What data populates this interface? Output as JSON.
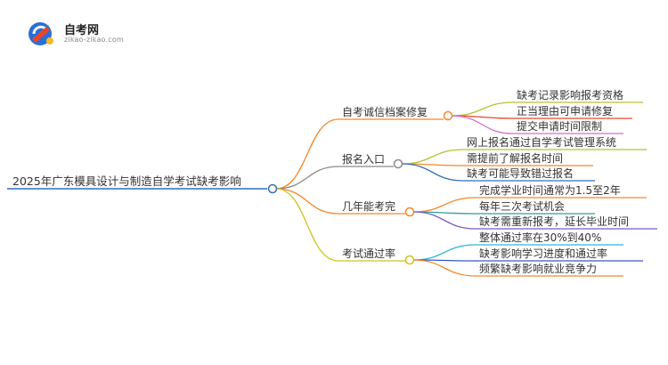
{
  "logo": {
    "title": "自考网",
    "subtitle": "zikao-zikao.com"
  },
  "mindmap": {
    "root": "2025年广东模具设计与制造自学考试缺考影响",
    "branches": [
      {
        "label": "自考诚信档案修复",
        "color": "#f5872b",
        "children": [
          {
            "label": "缺考记录影响报考资格",
            "color": "#b8c034"
          },
          {
            "label": "正当理由可申请修复",
            "color": "#e8462b"
          },
          {
            "label": "提交申请时间限制",
            "color": "#d86ac9"
          }
        ]
      },
      {
        "label": "报名入口",
        "color": "#8a8a8a",
        "children": [
          {
            "label": "网上报名通过自学考试管理系统",
            "color": "#b8c034"
          },
          {
            "label": "需提前了解报名时间",
            "color": "#f5872b"
          },
          {
            "label": "缺考可能导致错过报名",
            "color": "#2f6fbf"
          }
        ]
      },
      {
        "label": "几年能考完",
        "color": "#f5872b",
        "children": [
          {
            "label": "完成学业时间通常为1.5至2年",
            "color": "#f5872b"
          },
          {
            "label": "每年三次考试机会",
            "color": "#2aa198"
          },
          {
            "label": "缺考需重新报考，延长毕业时间",
            "color": "#7b5bc7"
          }
        ]
      },
      {
        "label": "考试通过率",
        "color": "#d3c21f",
        "children": [
          {
            "label": "整体通过率在30%到40%",
            "color": "#2fb7d8"
          },
          {
            "label": "缺考影响学习进度和通过率",
            "color": "#3a57c2"
          },
          {
            "label": "频繁缺考影响就业竞争力",
            "color": "#f5872b"
          }
        ]
      }
    ]
  }
}
